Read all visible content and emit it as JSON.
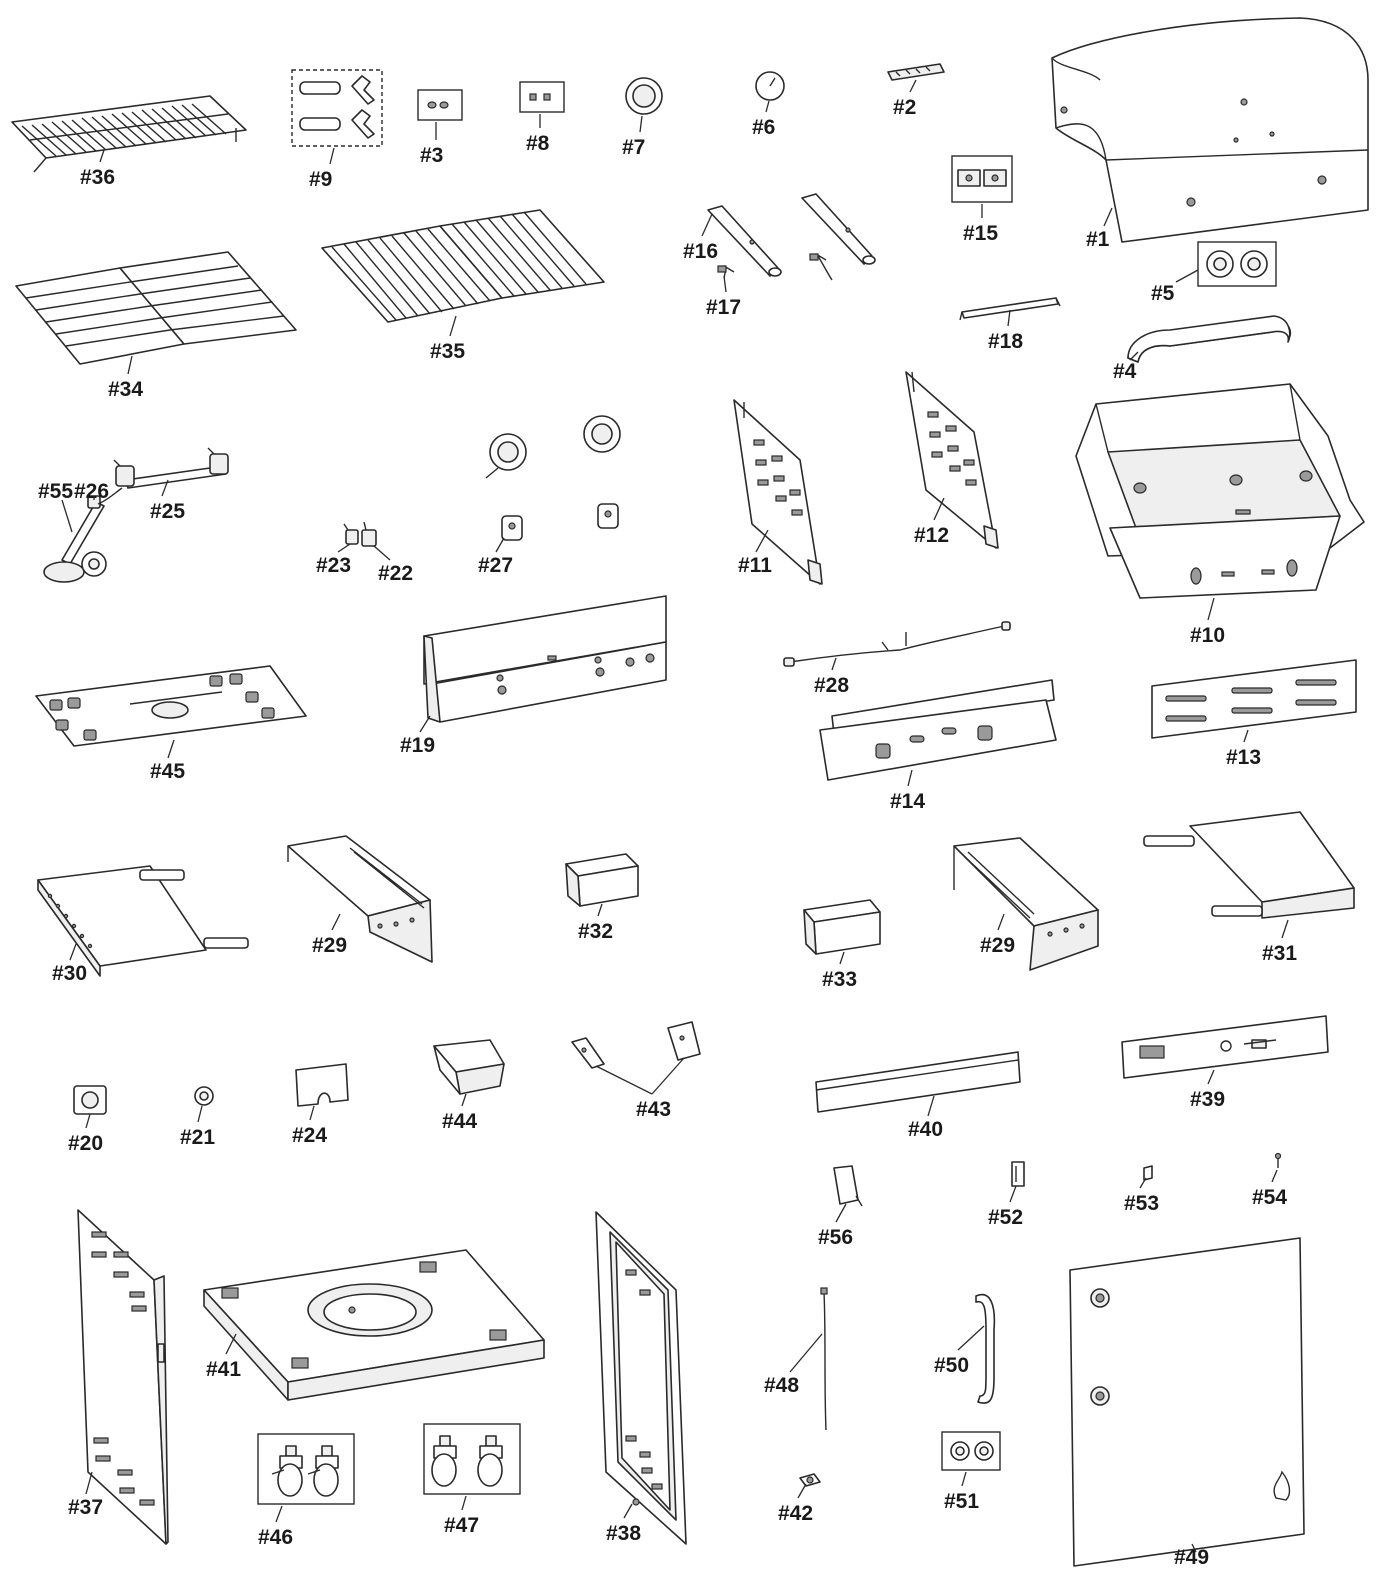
{
  "diagram": {
    "parts": [
      {
        "key": "p1",
        "label": "#1"
      },
      {
        "key": "p2",
        "label": "#2"
      },
      {
        "key": "p3",
        "label": "#3"
      },
      {
        "key": "p4",
        "label": "#4"
      },
      {
        "key": "p5",
        "label": "#5"
      },
      {
        "key": "p6",
        "label": "#6"
      },
      {
        "key": "p7",
        "label": "#7"
      },
      {
        "key": "p8",
        "label": "#8"
      },
      {
        "key": "p9",
        "label": "#9"
      },
      {
        "key": "p10",
        "label": "#10"
      },
      {
        "key": "p11",
        "label": "#11"
      },
      {
        "key": "p12",
        "label": "#12"
      },
      {
        "key": "p13",
        "label": "#13"
      },
      {
        "key": "p14",
        "label": "#14"
      },
      {
        "key": "p15",
        "label": "#15"
      },
      {
        "key": "p16",
        "label": "#16"
      },
      {
        "key": "p17",
        "label": "#17"
      },
      {
        "key": "p18",
        "label": "#18"
      },
      {
        "key": "p19",
        "label": "#19"
      },
      {
        "key": "p20",
        "label": "#20"
      },
      {
        "key": "p21",
        "label": "#21"
      },
      {
        "key": "p22",
        "label": "#22"
      },
      {
        "key": "p23",
        "label": "#23"
      },
      {
        "key": "p24",
        "label": "#24"
      },
      {
        "key": "p25",
        "label": "#25"
      },
      {
        "key": "p26",
        "label": "#26"
      },
      {
        "key": "p27",
        "label": "#27"
      },
      {
        "key": "p28",
        "label": "#28"
      },
      {
        "key": "p29a",
        "label": "#29"
      },
      {
        "key": "p29b",
        "label": "#29"
      },
      {
        "key": "p30",
        "label": "#30"
      },
      {
        "key": "p31",
        "label": "#31"
      },
      {
        "key": "p32",
        "label": "#32"
      },
      {
        "key": "p33",
        "label": "#33"
      },
      {
        "key": "p34",
        "label": "#34"
      },
      {
        "key": "p35",
        "label": "#35"
      },
      {
        "key": "p36",
        "label": "#36"
      },
      {
        "key": "p37",
        "label": "#37"
      },
      {
        "key": "p38",
        "label": "#38"
      },
      {
        "key": "p39",
        "label": "#39"
      },
      {
        "key": "p40",
        "label": "#40"
      },
      {
        "key": "p41",
        "label": "#41"
      },
      {
        "key": "p42",
        "label": "#42"
      },
      {
        "key": "p43",
        "label": "#43"
      },
      {
        "key": "p44",
        "label": "#44"
      },
      {
        "key": "p45",
        "label": "#45"
      },
      {
        "key": "p46",
        "label": "#46"
      },
      {
        "key": "p47",
        "label": "#47"
      },
      {
        "key": "p48",
        "label": "#48"
      },
      {
        "key": "p49",
        "label": "#49"
      },
      {
        "key": "p50",
        "label": "#50"
      },
      {
        "key": "p51",
        "label": "#51"
      },
      {
        "key": "p52",
        "label": "#52"
      },
      {
        "key": "p53",
        "label": "#53"
      },
      {
        "key": "p54",
        "label": "#54"
      },
      {
        "key": "p55",
        "label": "#55"
      },
      {
        "key": "p56",
        "label": "#56"
      }
    ]
  }
}
